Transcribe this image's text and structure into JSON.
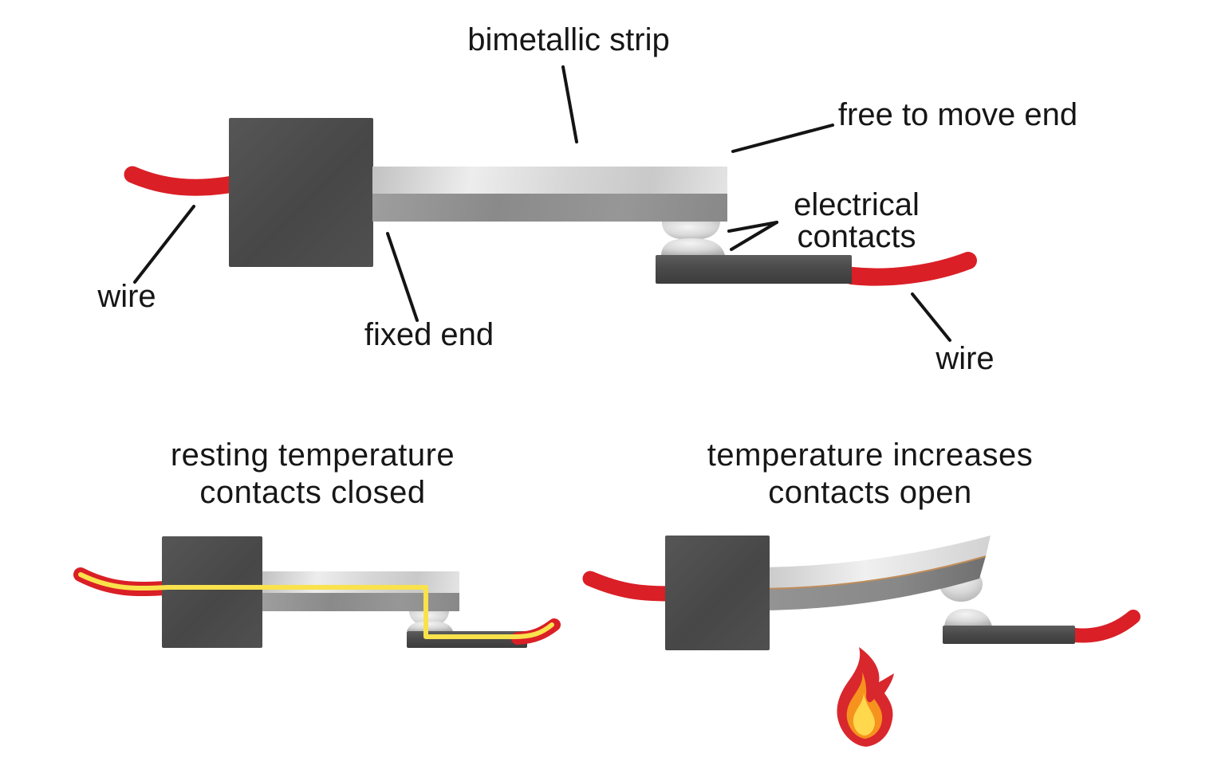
{
  "diagram_main": {
    "label_bimetallic_strip": "bimetallic strip",
    "label_free_to_move_end": "free to move end",
    "label_electrical_line1": "electrical",
    "label_electrical_line2": "contacts",
    "label_wire_left": "wire",
    "label_wire_right": "wire",
    "label_fixed_end": "fixed end"
  },
  "diagram_resting": {
    "title_line1": "resting temperature",
    "title_line2": "contacts closed"
  },
  "diagram_heated": {
    "title_line1": "temperature increases",
    "title_line2": "contacts open"
  },
  "icons": {
    "flame": "flame-icon"
  },
  "colors": {
    "wire_red": "#da1f26",
    "current_yellow": "#f9e24c",
    "strip_light": "#d9d9d9",
    "strip_dark": "#8f8f8f",
    "block_gray": "#4b4b4b",
    "contact_gray": "#cfcfcf",
    "bimetal_boundary_tan": "#c08c5a",
    "flame_red": "#d9272e",
    "flame_orange": "#f6921e",
    "flame_yellow": "#ffd84d",
    "text": "#161616",
    "background": "#ffffff"
  }
}
